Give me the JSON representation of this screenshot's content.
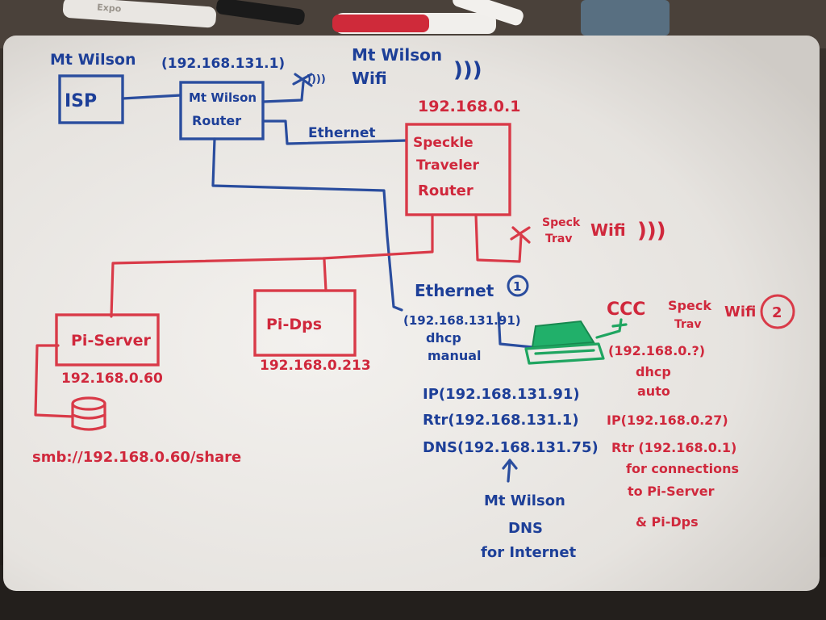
{
  "colors": {
    "board": "#ece9e6",
    "blue_marker": "#1d3f98",
    "red_marker": "#d0283c",
    "green_marker": "#1fa560",
    "desk": "#2b2622"
  },
  "blue": {
    "isp_label": "Mt Wilson",
    "isp_box": "ISP",
    "router_ip": "(192.168.131.1)",
    "router_line1": "Mt Wilson",
    "router_line2": "Router",
    "wifi_line1": "Mt Wilson",
    "wifi_line2": "Wifi",
    "wifi_waves": ")))",
    "wifi_antenna_waves": "))))",
    "ethernet_label": "Ethernet",
    "ethernet2_label": "Ethernet",
    "ethernet2_badge": "1",
    "laptop_eth_ip": "(192.168.131.91)",
    "laptop_eth_mode1": "dhcp",
    "laptop_eth_mode2": "manual",
    "ip_line": "IP(192.168.131.91)",
    "rtr_line": "Rtr(192.168.131.1)",
    "dns_line": "DNS(192.168.131.75)",
    "dns_source1": "Mt Wilson",
    "dns_source2": "DNS",
    "dns_source3": "for Internet"
  },
  "red": {
    "router_ip": "192.168.0.1",
    "router_line1": "Speckle",
    "router_line2": "Traveler",
    "router_line3": "Router",
    "wifi_line1": "Speck",
    "wifi_line2": "Trav",
    "wifi_word": "Wifi",
    "wifi_waves": ")))",
    "server_name": "Pi-Server",
    "server_ip": "192.168.0.60",
    "smb_path": "smb://192.168.0.60/share",
    "dps_name": "Pi-Dps",
    "dps_ip": "192.168.0.213",
    "laptop_wifi_waves": "CCC",
    "laptop_wifi_line1": "Speck",
    "laptop_wifi_line2": "Trav",
    "laptop_wifi_word": "Wifi",
    "laptop_wifi_badge": "2",
    "laptop_wifi_ip": "(192.168.0.?)",
    "laptop_wifi_mode1": "dhcp",
    "laptop_wifi_mode2": "auto",
    "ip_line": "IP(192.168.0.27)",
    "rtr_line": "Rtr (192.168.0.1)",
    "note1": "for connections",
    "note2": "to Pi-Server",
    "note3": "& Pi-Dps"
  },
  "desk_items": {
    "marker_label": "Expo"
  }
}
